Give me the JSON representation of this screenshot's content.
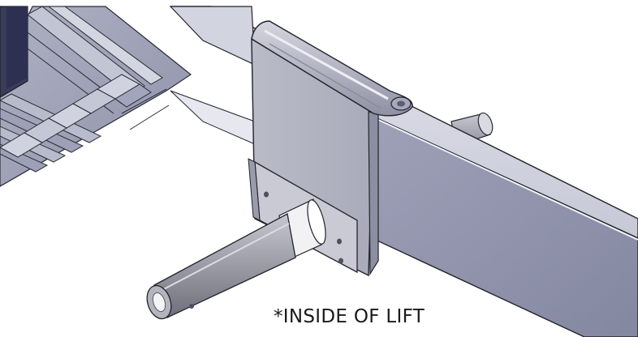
{
  "caption": "*INSIDE OF LIFT",
  "parts": [
    {
      "icon": "rail-track-assembly"
    },
    {
      "icon": "square-tube-beam"
    },
    {
      "icon": "formed-bracket"
    },
    {
      "icon": "mounting-tab"
    },
    {
      "icon": "rear-pin"
    },
    {
      "icon": "front-pin"
    },
    {
      "icon": "bushing"
    }
  ],
  "colors": {
    "background": "#ffffff",
    "steel_light": "#d7d9e4",
    "steel_mid": "#a3a6bc",
    "steel_dark": "#62647a",
    "edge": "#22232c"
  }
}
